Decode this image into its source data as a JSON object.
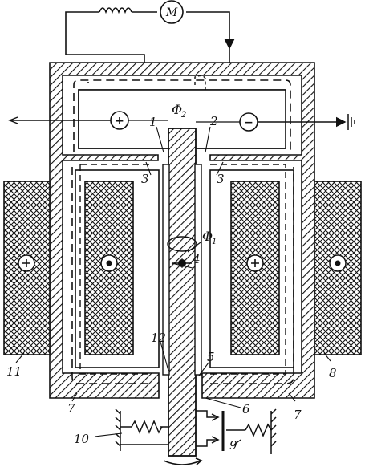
{
  "motor": {
    "label": "M"
  },
  "flux": {
    "phi1": {
      "symbol": "Φ",
      "sub": "1"
    },
    "phi2": {
      "symbol": "Φ",
      "sub": "2"
    }
  },
  "polarity": {
    "left": "+",
    "right": "−"
  },
  "labels": {
    "n1": "1",
    "n2": "2",
    "n3_left": "3",
    "n3_right": "3",
    "n4": "4",
    "n5": "5",
    "n6": "6",
    "n7_left": "7",
    "n7_right": "7",
    "n8": "8",
    "n9": "9",
    "n10": "10",
    "n11": "11",
    "n12": "12"
  },
  "colors": {
    "ink": "#111111",
    "paper": "#ffffff"
  },
  "icons": {
    "ground": "ground-symbol-icon",
    "winding_cross": "cross-current-icon",
    "winding_dot": "dot-current-icon",
    "spring": "spring-icon",
    "rotation": "rotation-arrow-icon",
    "inductor": "inductor-coil-icon"
  }
}
